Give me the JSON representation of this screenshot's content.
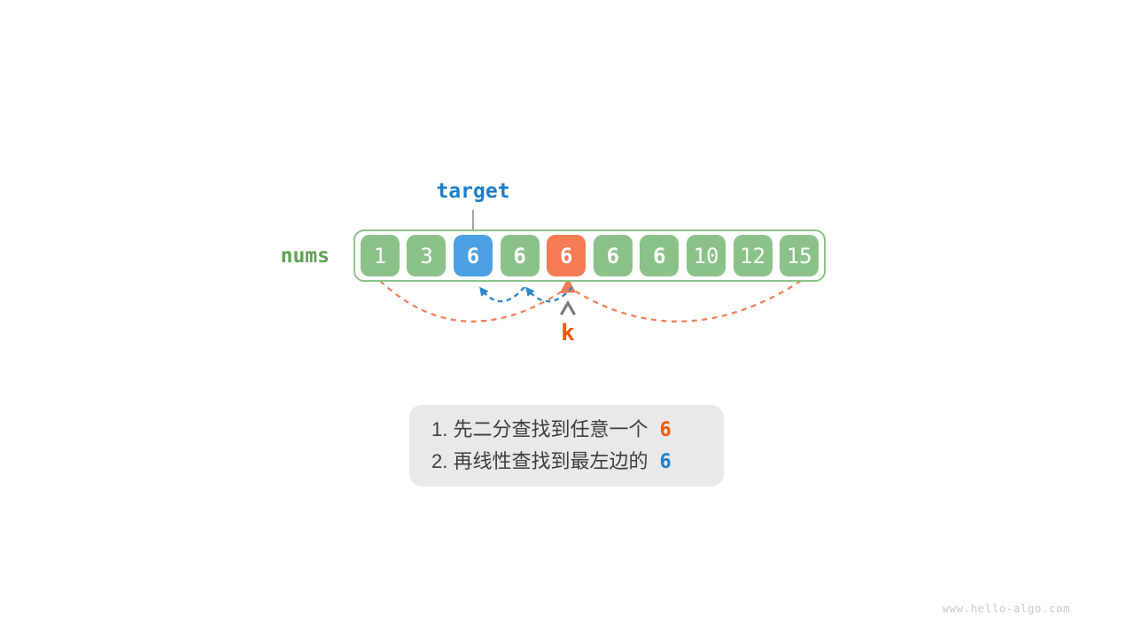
{
  "labels": {
    "target": "target",
    "nums": "nums",
    "k": "k"
  },
  "array": {
    "cells": [
      {
        "value": "1",
        "variant": "green",
        "emphasis": false
      },
      {
        "value": "3",
        "variant": "green",
        "emphasis": false
      },
      {
        "value": "6",
        "variant": "blue",
        "emphasis": true
      },
      {
        "value": "6",
        "variant": "green",
        "emphasis": true
      },
      {
        "value": "6",
        "variant": "orange",
        "emphasis": true
      },
      {
        "value": "6",
        "variant": "green",
        "emphasis": true
      },
      {
        "value": "6",
        "variant": "green",
        "emphasis": true
      },
      {
        "value": "10",
        "variant": "green",
        "emphasis": false
      },
      {
        "value": "12",
        "variant": "green",
        "emphasis": false
      },
      {
        "value": "15",
        "variant": "green",
        "emphasis": false
      }
    ]
  },
  "note_box": {
    "lines": [
      {
        "text": "1. 先二分查找到任意一个",
        "highlight": "6",
        "highlight_color": "#f35708"
      },
      {
        "text": "2. 再线性查找到最左边的",
        "highlight": "6",
        "highlight_color": "#1b7ec9"
      }
    ]
  },
  "watermark": "www.hello-algo.com",
  "colors": {
    "cell_green": "#8bc289",
    "cell_blue": "#4aa0e2",
    "cell_orange": "#f47b53",
    "frame_border": "#8bc289",
    "nums_label_color": "#5fa153",
    "target_label_color": "#1b7ec9",
    "k_label_color": "#ea580c",
    "arrow_blue": "#2e86cc",
    "arrow_orange": "#f47b53",
    "note_background": "#e9e9e9",
    "note_text_color": "#3d3d3d"
  }
}
